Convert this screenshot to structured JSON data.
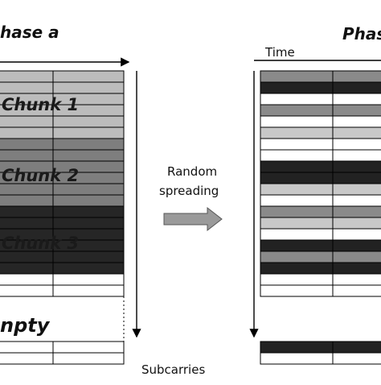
{
  "phase_a_title": "hase a",
  "phase_b_title": "Phas",
  "time_label": "Time",
  "subcarriers_label": "Subcarries",
  "arrow_text_line1": "Random",
  "arrow_text_line2": "spreading",
  "chunk1_label": "Chunk 1",
  "chunk2_label": "Chunk 2",
  "chunk3_label": "Chunk 3",
  "empty_label": "npty",
  "colors": {
    "chunk1": "#bcbcbc",
    "chunk2": "#7e7e7e",
    "chunk3": "#262626",
    "empty": "#ffffff",
    "light": "#c8c8c8",
    "mid": "#8a8a8a",
    "dark": "#222222",
    "stroke": "#000000"
  },
  "left_rows": [
    "chunk1",
    "chunk1",
    "chunk1",
    "chunk1",
    "chunk1",
    "chunk1",
    "chunk2",
    "chunk2",
    "chunk2",
    "chunk2",
    "chunk2",
    "chunk2",
    "chunk3",
    "chunk3",
    "chunk3",
    "chunk3",
    "chunk3",
    "chunk3",
    "empty",
    "empty",
    "gap",
    "gap",
    "gap",
    "gap",
    "empty",
    "empty"
  ],
  "right_rows": [
    "mid",
    "dark",
    "white",
    "mid",
    "white",
    "light",
    "white",
    "white",
    "dark",
    "dark",
    "light",
    "white",
    "mid",
    "light",
    "white",
    "dark",
    "mid",
    "dark",
    "white",
    "white",
    "gap",
    "gap",
    "gap",
    "gap",
    "dark",
    "white"
  ]
}
